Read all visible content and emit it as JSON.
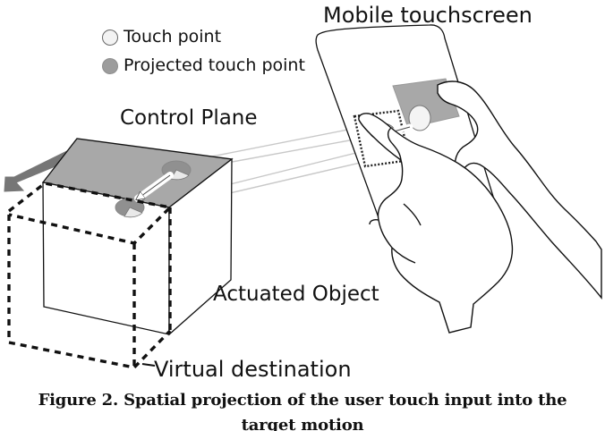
{
  "figure": {
    "labels": {
      "mobile_touchscreen": "Mobile touchscreen",
      "control_plane": "Control Plane",
      "actuated_object": "Actuated Object",
      "virtual_destination": "Virtual destination"
    },
    "legend": {
      "touch_point": "Touch point",
      "projected_touch_point": "Projected touch point"
    },
    "caption_line_1": "Figure 2.  Spatial projection of the user touch input into the",
    "caption_line_2": "target motion",
    "colors": {
      "line": "#111111",
      "plane_fill": "#a8a8a8",
      "arrow_fill": "#767676",
      "touch_fill": "#f3f3f3",
      "projected_fill": "#9c9c9c",
      "projection_lines": "#c8c8c8"
    }
  }
}
